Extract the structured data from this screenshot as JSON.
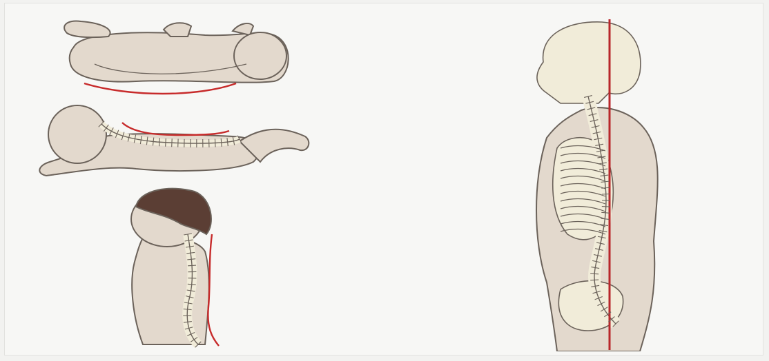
{
  "figure": {
    "stages": [
      {
        "id": "fetus",
        "icon": "fetus-spine-icon"
      },
      {
        "id": "infant",
        "icon": "crawling-infant-spine-icon"
      },
      {
        "id": "child",
        "icon": "standing-child-spine-icon"
      },
      {
        "id": "adult",
        "icon": "adult-skeleton-spine-icon"
      }
    ],
    "colors": {
      "skin": "#e3d9cd",
      "skin_light": "#ece4da",
      "outline": "#6b625a",
      "bone": "#f1ecd9",
      "hair": "#5b3e34",
      "curve_line": "#c72b2b",
      "plumb_line": "#b8262a",
      "background": "#f7f7f5"
    }
  }
}
